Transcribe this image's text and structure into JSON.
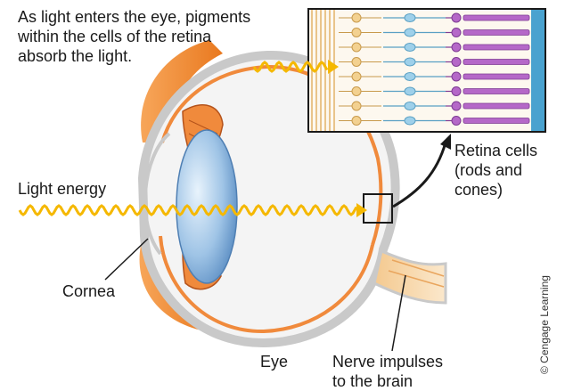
{
  "caption": "As light enters the eye, pigments\nwithin the cells of the retina\nabsorb the light.",
  "labels": {
    "light_energy": "Light energy",
    "retina_cells": "Retina cells\n(rods and\ncones)",
    "cornea": "Cornea",
    "eye": "Eye",
    "nerve_impulses": "Nerve impulses\nto the brain"
  },
  "credit": "© Cengage Learning",
  "colors": {
    "light_wave": "#f5b800",
    "eye_outline": "#c9c9c9",
    "muscle": "#f08a3c",
    "lens": "#8fb8e0",
    "rods": "#b568c8",
    "cones": "#9ed0ea",
    "ganglion": "#f3d190"
  }
}
